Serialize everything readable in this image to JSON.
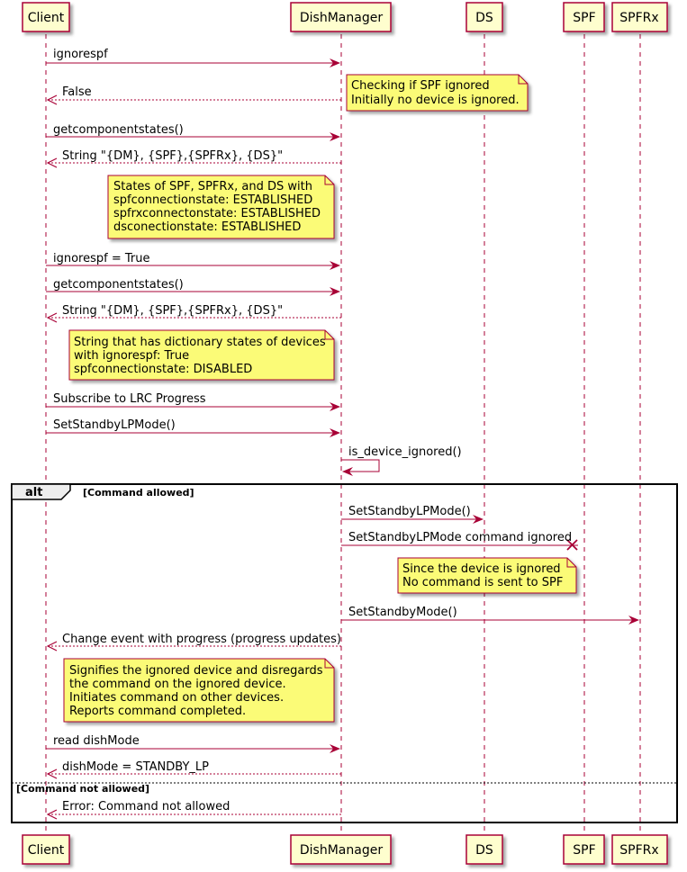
{
  "participants": [
    {
      "id": "client",
      "label": "Client"
    },
    {
      "id": "dm",
      "label": "DishManager"
    },
    {
      "id": "ds",
      "label": "DS"
    },
    {
      "id": "spf",
      "label": "SPF"
    },
    {
      "id": "spfrx",
      "label": "SPFRx"
    }
  ],
  "messages": [
    {
      "text": "ignorespf"
    },
    {
      "text": "False"
    },
    {
      "text": "getcomponentstates()"
    },
    {
      "text": "String \"{DM}, {SPF},{SPFRx}, {DS}\""
    },
    {
      "text": "ignorespf = True"
    },
    {
      "text": "getcomponentstates()"
    },
    {
      "text": "String \"{DM}, {SPF},{SPFRx}, {DS}\""
    },
    {
      "text": "Subscribe to LRC Progress"
    },
    {
      "text": "SetStandbyLPMode()"
    },
    {
      "text": "is_device_ignored()"
    },
    {
      "text": "SetStandbyLPMode()"
    },
    {
      "text": "SetStandbyLPMode command ignored"
    },
    {
      "text": "SetStandbyMode()"
    },
    {
      "text": "Change event with progress (progress updates)"
    },
    {
      "text": "read dishMode"
    },
    {
      "text": "dishMode = STANDBY_LP"
    },
    {
      "text": "Error: Command not allowed"
    }
  ],
  "notes": [
    {
      "lines": [
        "Checking if SPF ignored",
        "Initially no device is ignored."
      ]
    },
    {
      "lines": [
        "States of SPF, SPFRx, and DS with",
        "spfconnectionstate: ESTABLISHED",
        "spfrxconnectonstate: ESTABLISHED",
        "dsconectionstate: ESTABLISHED"
      ]
    },
    {
      "lines": [
        "String that has dictionary states of devices",
        "with ignorespf: True",
        "spfconnectionstate: DISABLED"
      ]
    },
    {
      "lines": [
        "Since the device is ignored",
        "No command is sent to SPF"
      ]
    },
    {
      "lines": [
        "Signifies the ignored device and disregards",
        "the command on the ignored device.",
        "Initiates command on other devices.",
        "Reports command completed."
      ]
    }
  ],
  "fragment": {
    "keyword": "alt",
    "condition1": "[Command allowed]",
    "condition2": "[Command not allowed]"
  },
  "colors": {
    "participant_fill": "#FEFECE",
    "participant_border": "#A80036",
    "note_fill": "#FBFB77",
    "arrow": "#A80036",
    "lifeline": "#A80036"
  }
}
